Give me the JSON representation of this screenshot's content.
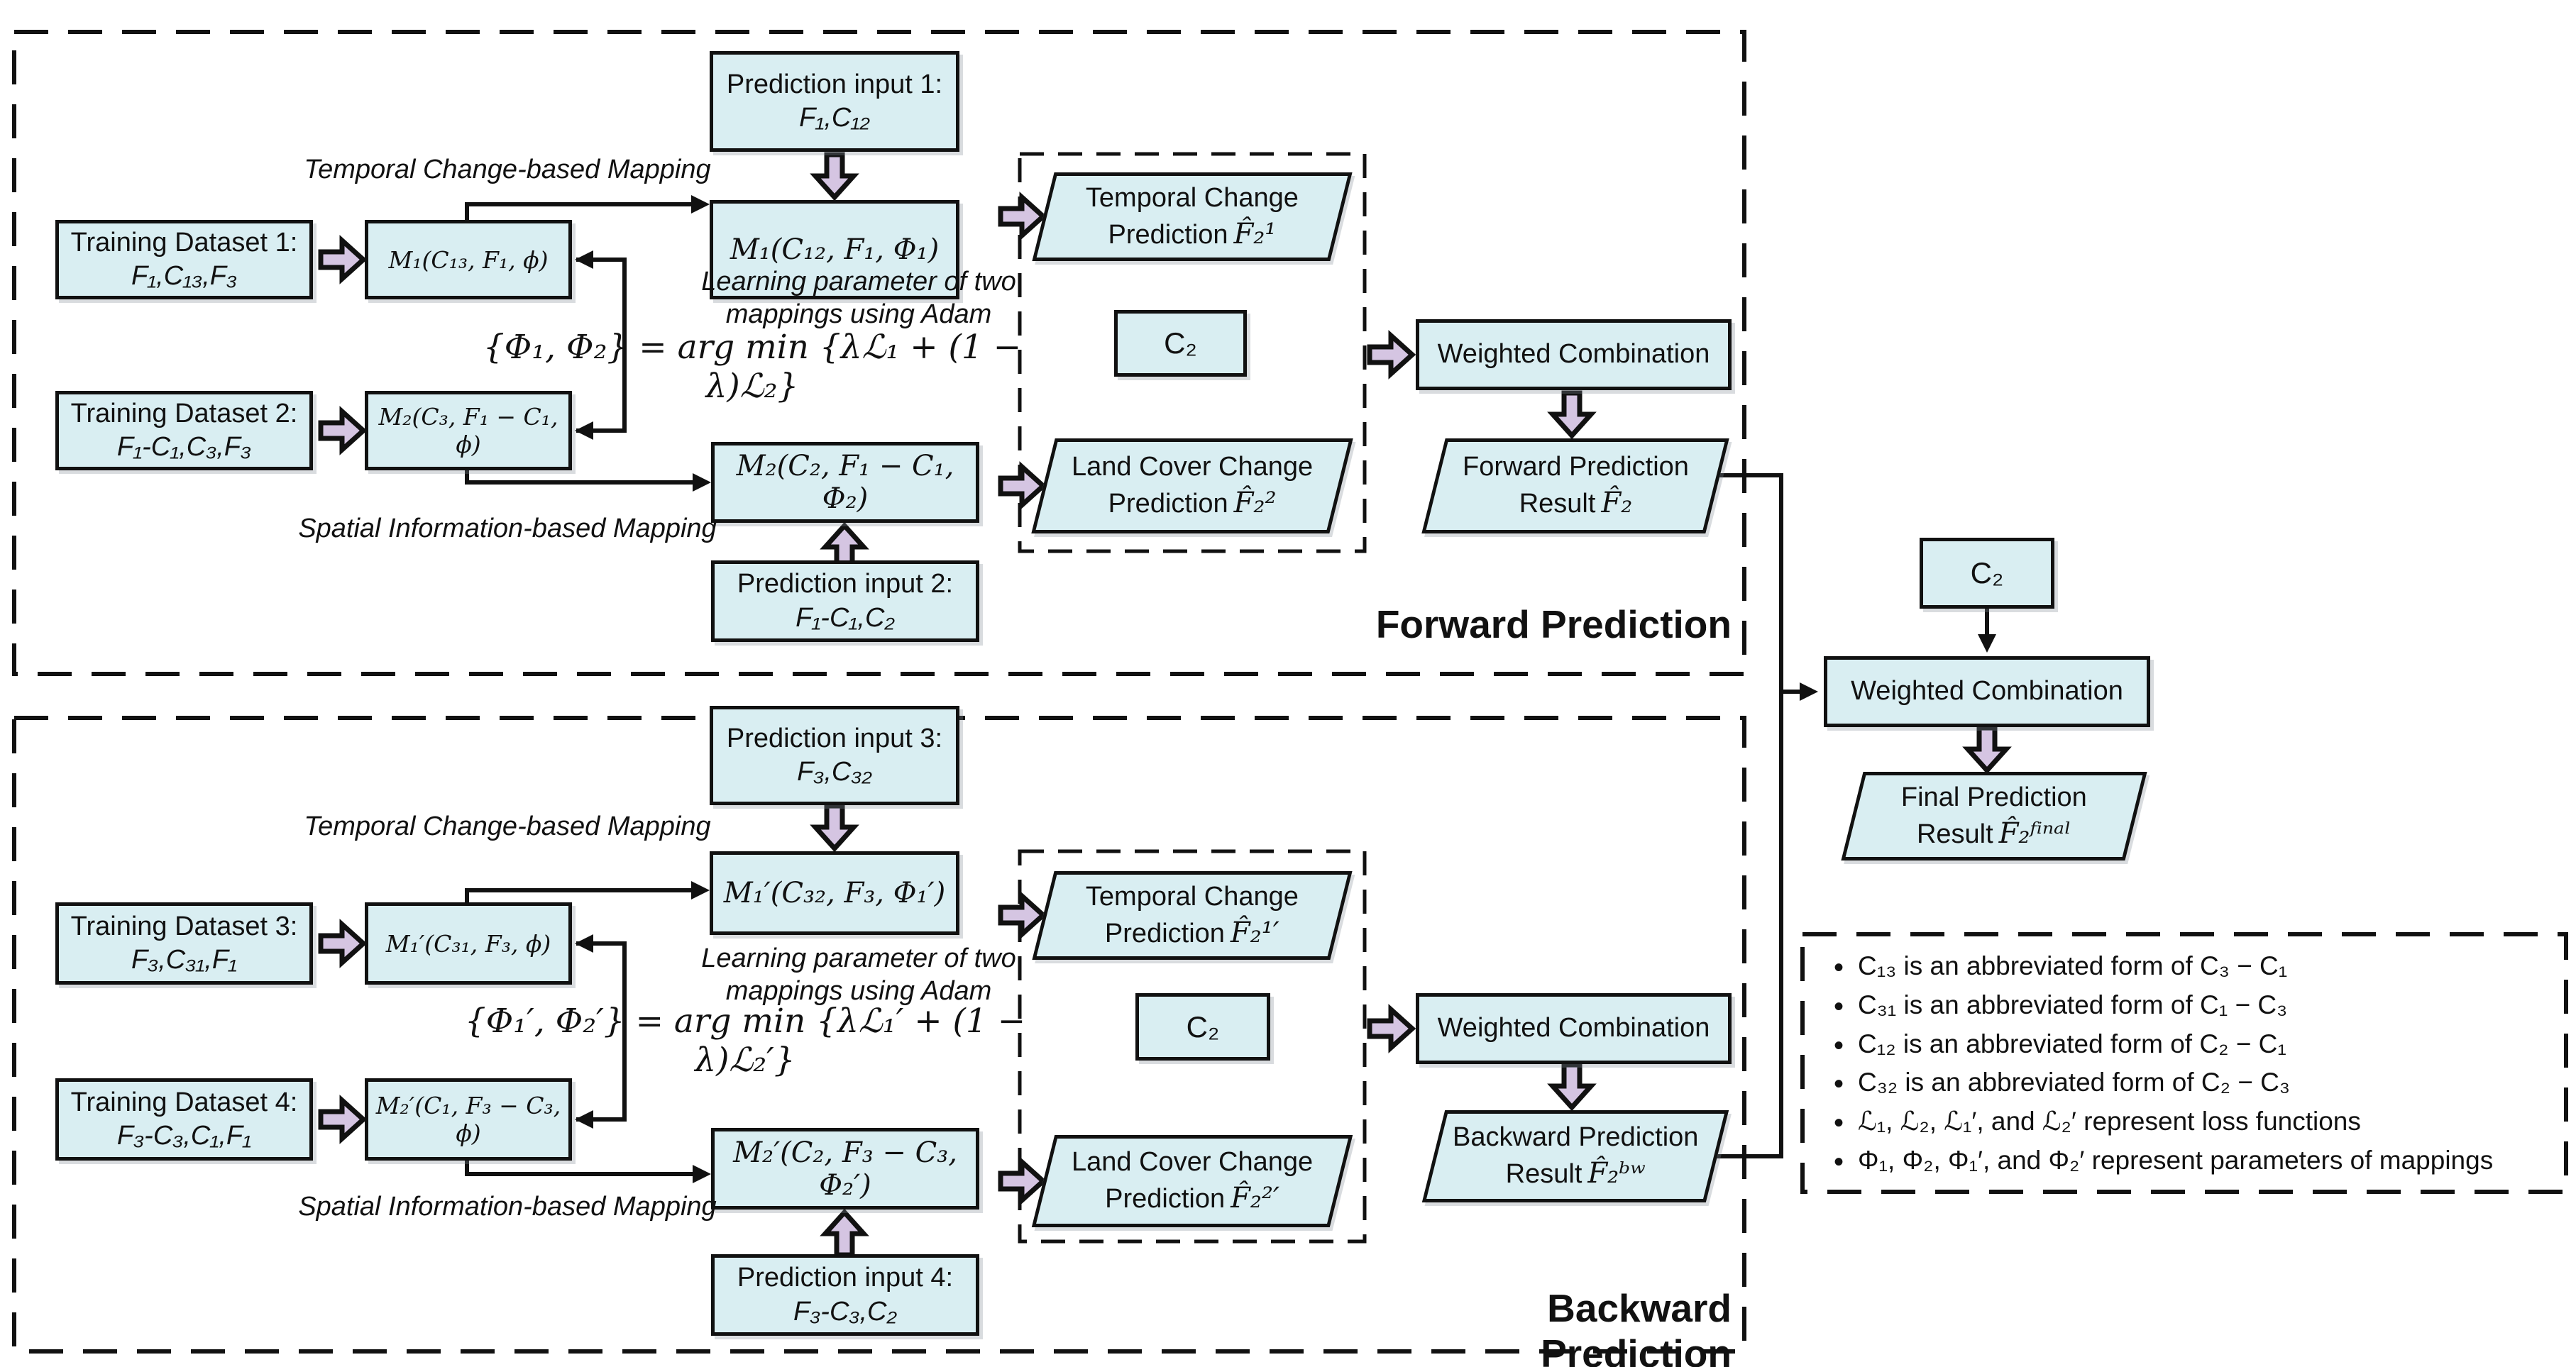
{
  "colors": {
    "box_fill": "#d9eef2",
    "arrow_fill": "#d5c5e2",
    "line": "#111111"
  },
  "forward": {
    "section_label": "Forward Prediction",
    "temporal_mapping_label": "Temporal Change-based Mapping",
    "spatial_mapping_label": "Spatial Information-based Mapping",
    "learning_note_line1": "Learning parameter of two",
    "learning_note_line2": "mappings using Adam",
    "formula": "{Φ₁, Φ₂} = arg min {λℒ₁ + (1 − λ)ℒ₂}",
    "training_dataset_1": {
      "title": "Training Dataset 1:",
      "data": "F₁,C₁₃,F₃"
    },
    "training_dataset_2": {
      "title": "Training Dataset 2:",
      "data": "F₁-C₁,C₃,F₃"
    },
    "mapping_m1_training": "M₁(C₁₃, F₁, ϕ)",
    "mapping_m2_training": "M₂(C₃, F₁ − C₁, ϕ)",
    "prediction_input_1": {
      "title": "Prediction input 1:",
      "data": "F₁,C₁₂"
    },
    "prediction_input_2": {
      "title": "Prediction input 2:",
      "data": "F₁-C₁,C₂"
    },
    "mapping_m1_prediction": "M₁(C₁₂, F₁, Φ₁)",
    "mapping_m2_prediction": "M₂(C₂, F₁ − C₁, Φ₂)",
    "temporal_change_prediction": {
      "line1": "Temporal Change",
      "line2": "Prediction",
      "symbol": "F̂₂¹"
    },
    "land_cover_change_prediction": {
      "line1": "Land Cover Change",
      "line2": "Prediction",
      "symbol": "F̂₂²"
    },
    "c2_label": "C₂",
    "weighted_combination_label": "Weighted Combination",
    "result": {
      "line1": "Forward Prediction",
      "line2": "Result",
      "symbol": "F̂₂"
    }
  },
  "backward": {
    "section_label": "Backward Prediction",
    "temporal_mapping_label": "Temporal Change-based Mapping",
    "spatial_mapping_label": "Spatial Information-based Mapping",
    "learning_note_line1": "Learning parameter of two",
    "learning_note_line2": "mappings using Adam",
    "formula": "{Φ₁′, Φ₂′} = arg min {λℒ₁′ + (1 − λ)ℒ₂′}",
    "training_dataset_3": {
      "title": "Training Dataset 3:",
      "data": "F₃,C₃₁,F₁"
    },
    "training_dataset_4": {
      "title": "Training Dataset 4:",
      "data": "F₃-C₃,C₁,F₁"
    },
    "mapping_m1_training": "M₁′(C₃₁, F₃, ϕ)",
    "mapping_m2_training": "M₂′(C₁, F₃ − C₃, ϕ)",
    "prediction_input_3": {
      "title": "Prediction input 3:",
      "data": "F₃,C₃₂"
    },
    "prediction_input_4": {
      "title": "Prediction input 4:",
      "data": "F₃-C₃,C₂"
    },
    "mapping_m1_prediction": "M₁′(C₃₂, F₃, Φ₁′)",
    "mapping_m2_prediction": "M₂′(C₂, F₃ − C₃, Φ₂′)",
    "temporal_change_prediction": {
      "line1": "Temporal Change",
      "line2": "Prediction",
      "symbol": "F̂₂¹′"
    },
    "land_cover_change_prediction": {
      "line1": "Land Cover Change",
      "line2": "Prediction",
      "symbol": "F̂₂²′"
    },
    "c2_label": "C₂",
    "weighted_combination_label": "Weighted Combination",
    "result": {
      "line1": "Backward Prediction",
      "line2": "Result",
      "symbol": "F̂₂ᵇʷ"
    }
  },
  "final": {
    "c2_label": "C₂",
    "weighted_combination_label": "Weighted Combination",
    "result": {
      "line1": "Final Prediction",
      "line2": "Result",
      "symbol": "F̂₂ᶠⁱⁿᵃˡ"
    }
  },
  "legend": {
    "items": [
      "C₁₃ is an abbreviated form of C₃ − C₁",
      "C₃₁ is an abbreviated form of C₁ − C₃",
      "C₁₂ is an abbreviated form of C₂ − C₁",
      "C₃₂ is an abbreviated form of C₂ − C₃",
      "ℒ₁,  ℒ₂,  ℒ₁′, and  ℒ₂′ represent loss functions",
      "Φ₁, Φ₂, Φ₁′, and Φ₂′ represent parameters of mappings"
    ]
  }
}
